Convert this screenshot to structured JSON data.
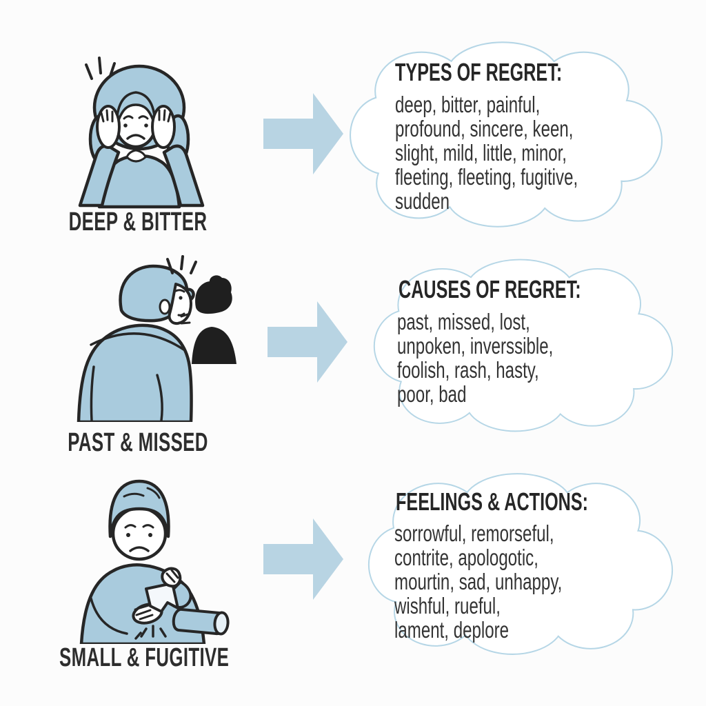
{
  "palette": {
    "illustration_fill_blue": "#a9cbdd",
    "outline_ink": "#262626",
    "cloud_stroke_blue": "#b5d6e6",
    "arrow_blue": "#b8d4e3",
    "silhouette_black": "#1f1f1f",
    "heading_text": "#262626",
    "body_text": "#333333",
    "background": "#fcfcfc"
  },
  "rows": [
    {
      "label": "DEEP & BITTER",
      "illustration": "woman-head-in-hands-icon",
      "cloud_title": "TYPES OF REGRET:",
      "cloud_lines": [
        "deep, bitter, painful,",
        "profound, sincere, keen,",
        "slight, mild, little, minor,",
        "fleeting, fleeting, fugitive,",
        "sudden"
      ]
    },
    {
      "label": "PAST & MISSED",
      "illustration": "man-looking-back-at-silhouette-icon",
      "cloud_title": "CAUSES OF REGRET:",
      "cloud_lines": [
        "past, missed, lost,",
        "unpoken, inverssible,",
        "foolish, rash, hasty,",
        "poor, bad"
      ]
    },
    {
      "label": "SMALL & FUGITIVE",
      "illustration": "person-with-spilled-cup-icon",
      "cloud_title": "FEELINGS & ACTIONS:",
      "cloud_lines": [
        "sorrowful, remorseful,",
        "contrite, apologotic,",
        "mourtin, sad, unhappy,",
        "wishful, rueful,",
        "lament, deplore"
      ]
    }
  ]
}
